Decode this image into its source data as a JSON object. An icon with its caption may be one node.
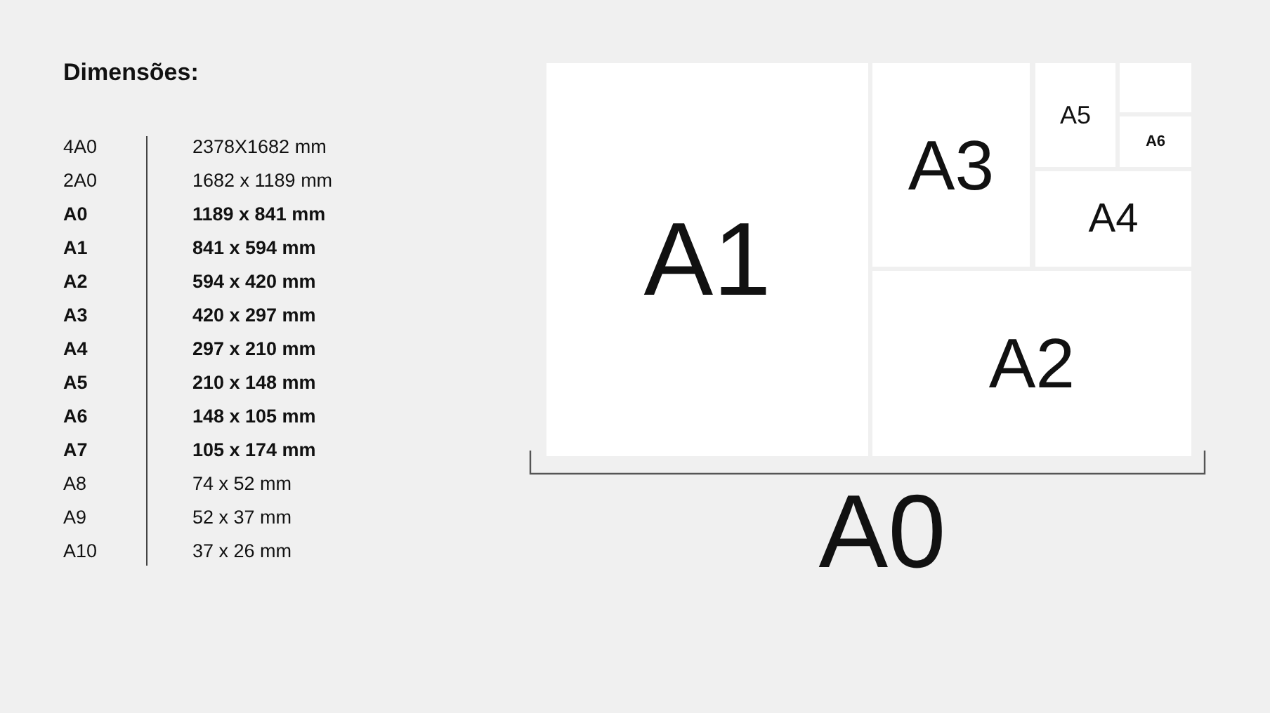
{
  "diagram": {
    "title": "Dimensões:",
    "nodes": [
      {
        "text": [
          "A1"
        ]
      },
      {
        "text": [
          "A3"
        ]
      },
      {
        "text": [
          "A5"
        ]
      },
      {
        "text": [],
        "shape": "box"
      },
      {
        "text": [
          "A6"
        ]
      },
      {
        "text": [
          "A4"
        ]
      },
      {
        "text": [
          "A2"
        ]
      }
    ],
    "labels": [
      "4A0",
      "2378X1682 mm",
      "2A0",
      "1682 x 1189 mm",
      "A0",
      "1189 x 841 mm",
      "A1",
      "841 x 594 mm",
      "A2",
      "594 x 420 mm",
      "A3",
      "420 x 297 mm",
      "A4",
      "297 x 210 mm",
      "A5",
      "210 x 148 mm",
      "A6",
      "148 x 105 mm",
      "A7",
      "105 x 174 mm",
      "A8",
      "74 x 52 mm",
      "A9",
      "52 x 37 mm",
      "A10",
      "37 x 26 mm",
      "A0"
    ]
  }
}
